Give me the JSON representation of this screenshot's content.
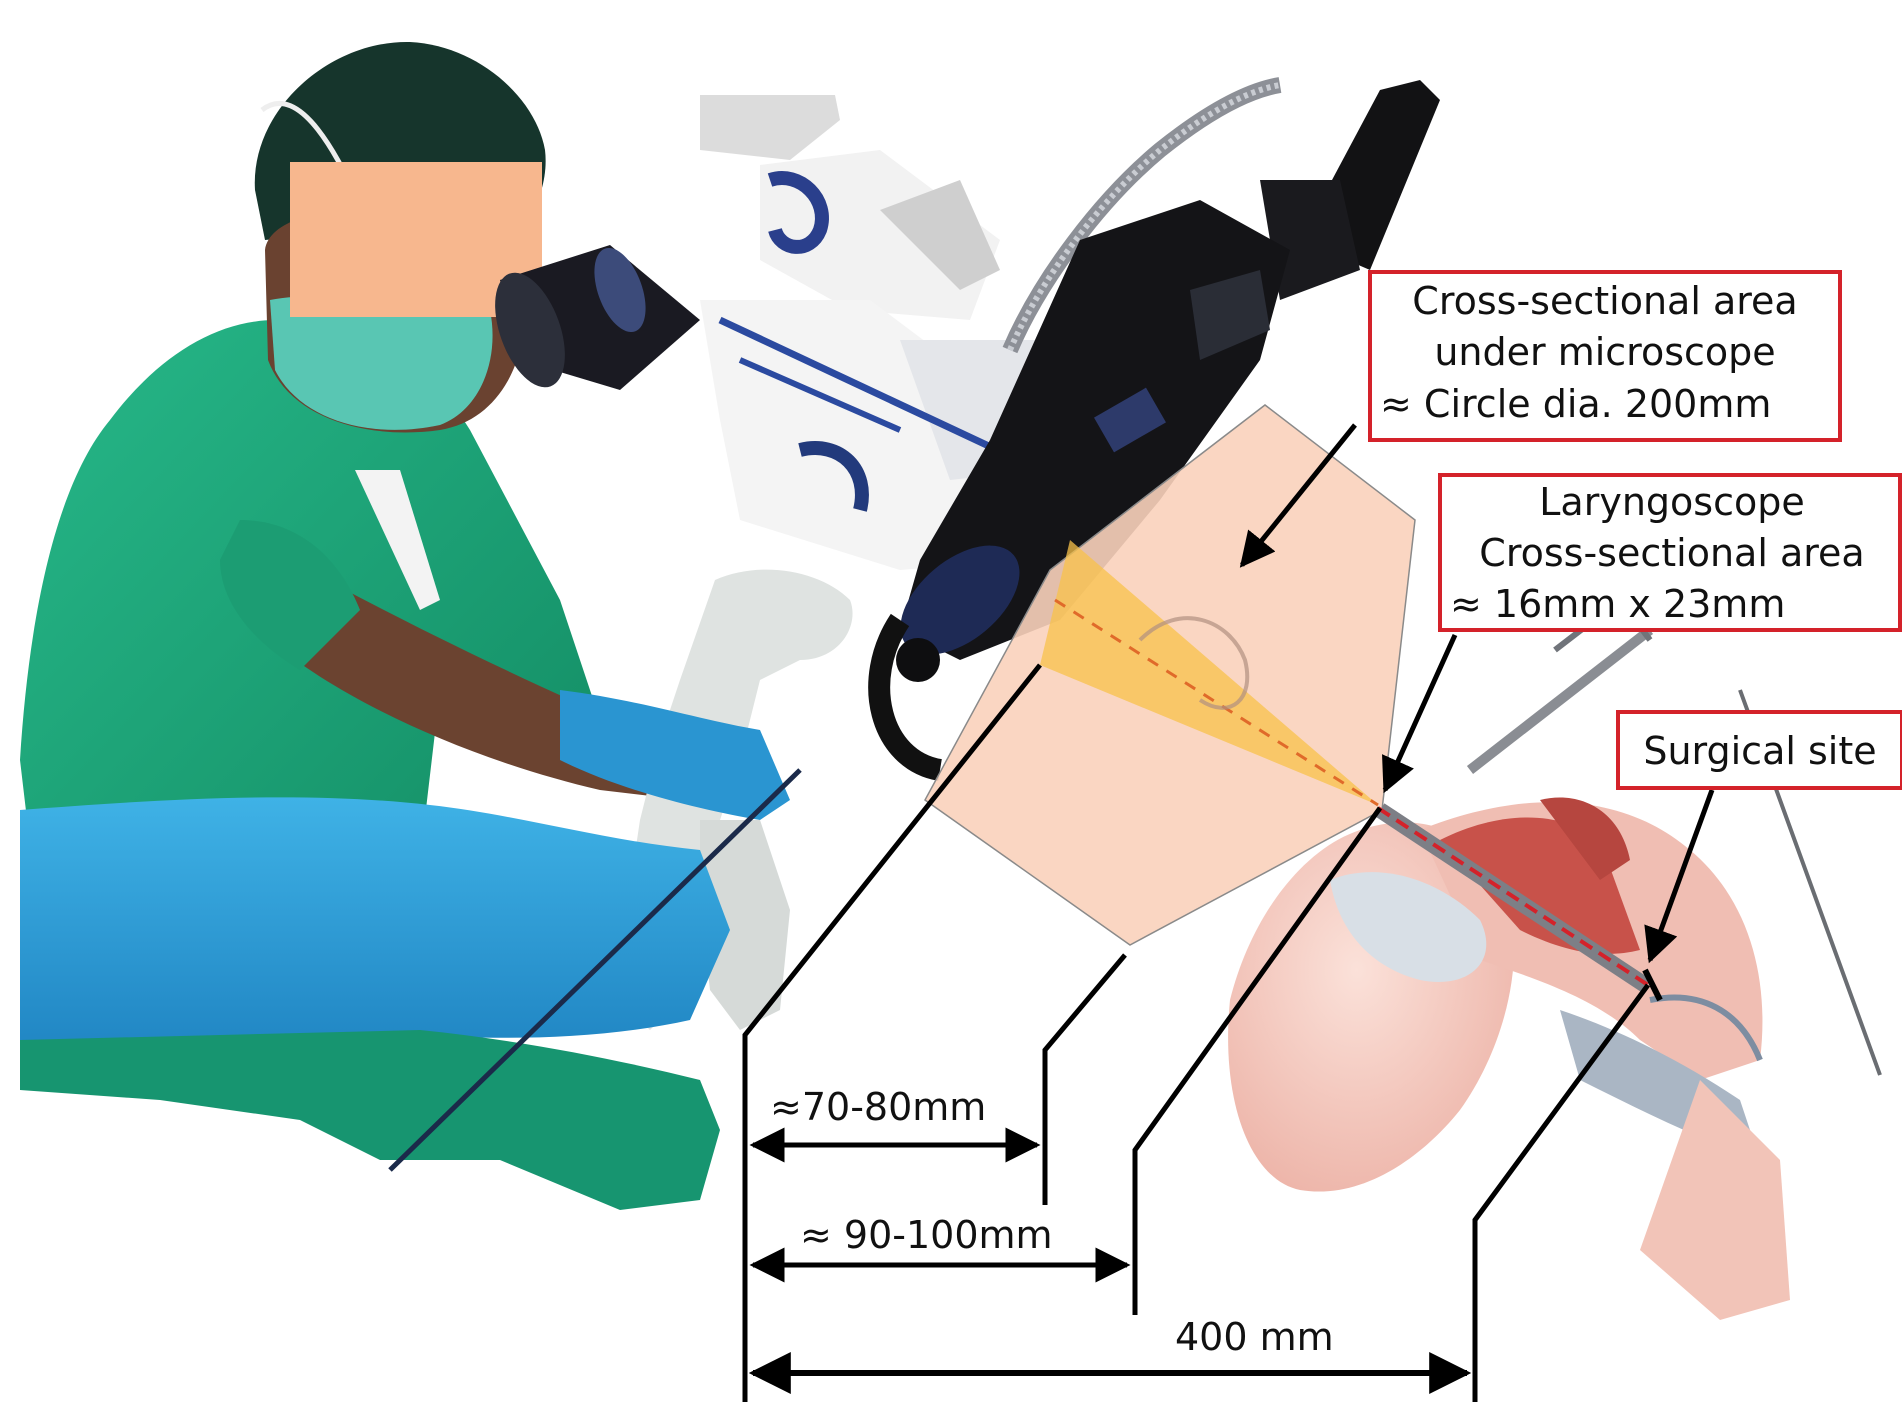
{
  "callouts": {
    "microscope": {
      "line1": "Cross-sectional area",
      "line2": "under microscope",
      "line3": "≈ Circle dia. 200mm"
    },
    "laryngoscope": {
      "line1": "Laryngoscope",
      "line2": "Cross-sectional area",
      "line3": "≈   16mm x 23mm"
    },
    "surgical_site": "Surgical site"
  },
  "dimensions": {
    "d1": "≈70-80mm",
    "d2": "≈ 90-100mm",
    "d3": "400 mm"
  },
  "colors": {
    "callout_border": "#d4222a",
    "scrubs": "#1ea57a",
    "drape": "#2e9fd8",
    "face_mask_box": "#f7b78e",
    "light_cone": "#f8c14a",
    "field_region": "#f9d2bb",
    "tissue": "#c8524a",
    "skin_pink": "#f3c2b8"
  },
  "icons": {
    "surgeon": "surgeon-figure",
    "microscope": "surgical-microscope",
    "anatomy": "head-neck-sagittal-section"
  }
}
